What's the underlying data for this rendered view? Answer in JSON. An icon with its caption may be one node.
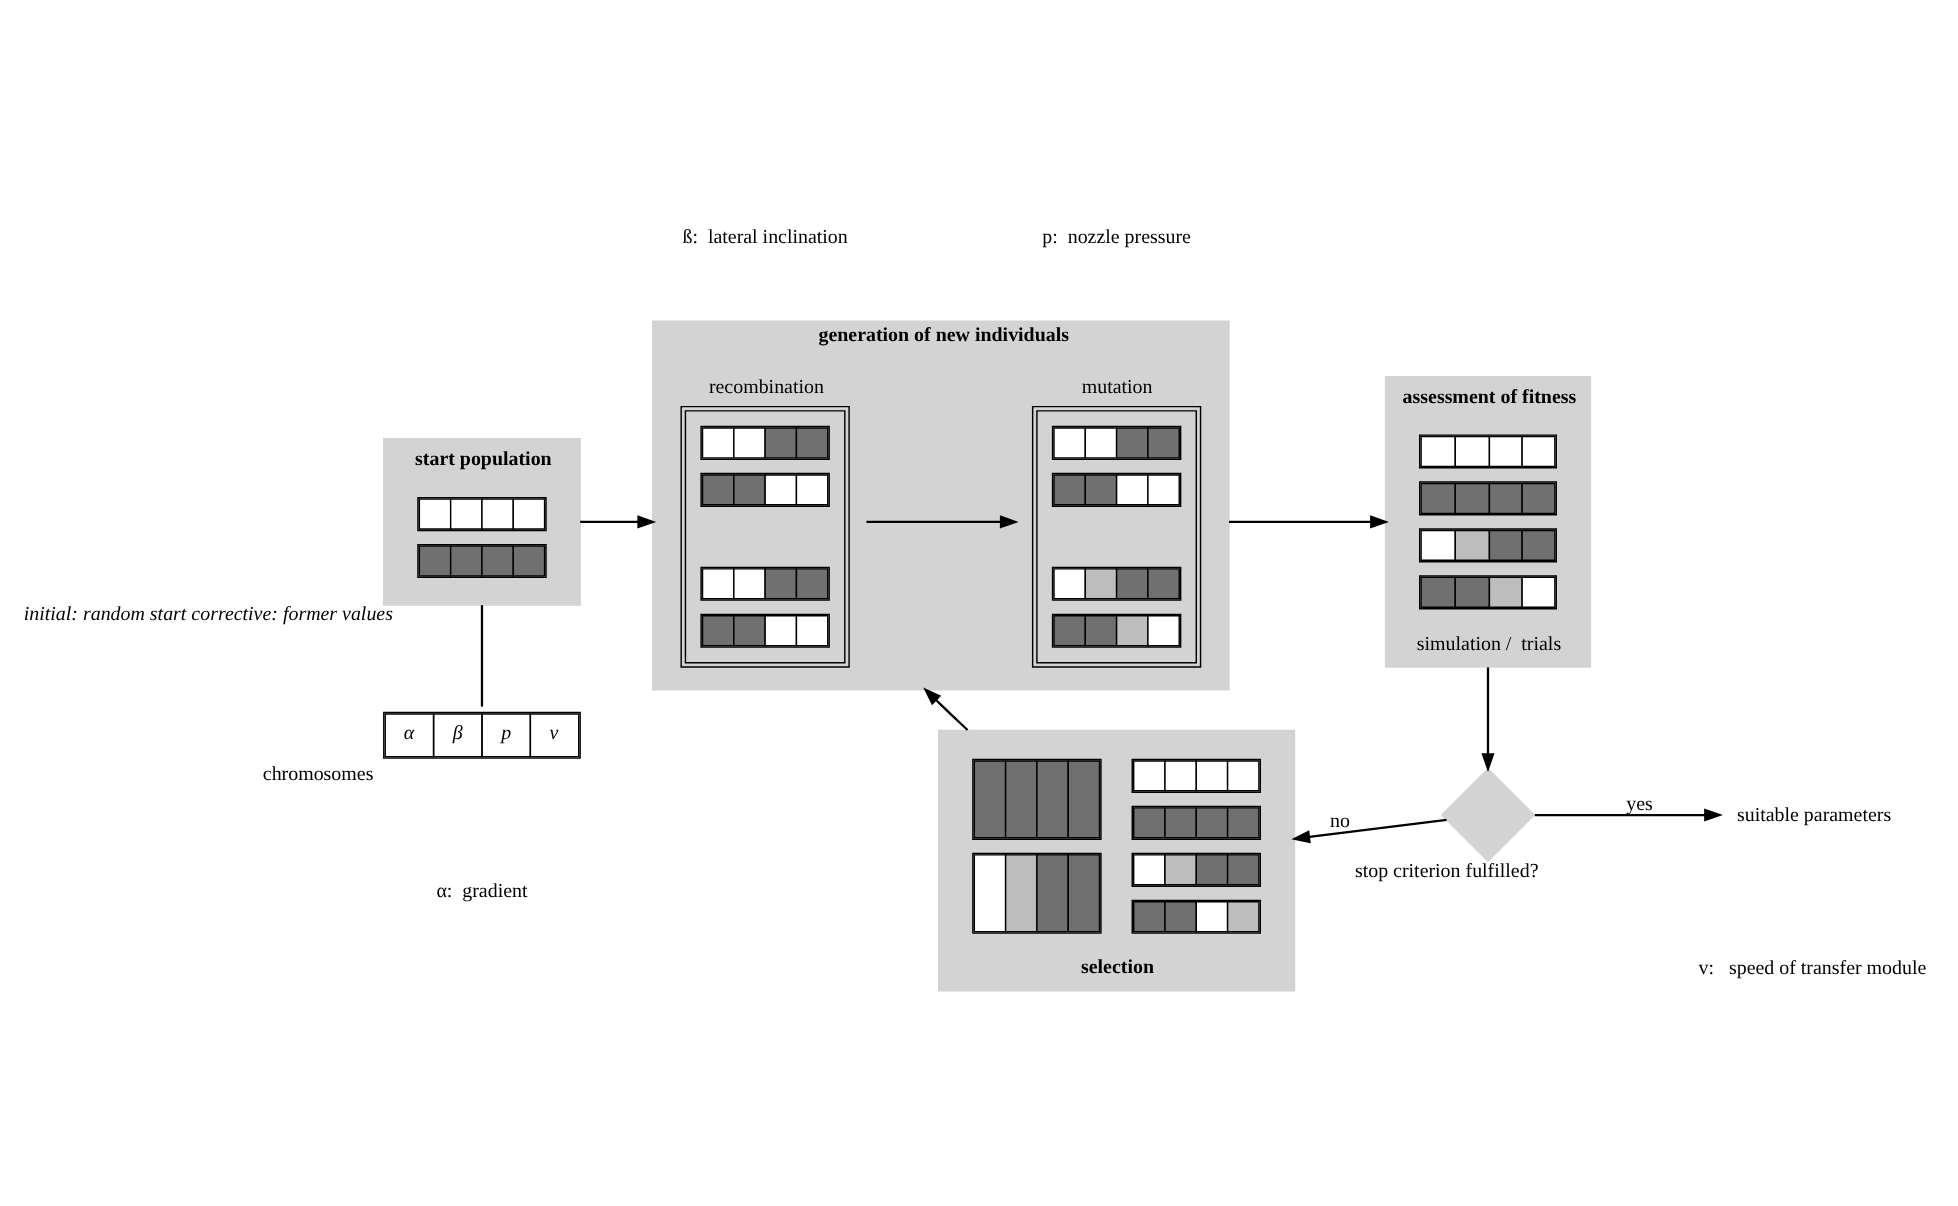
{
  "diagram": {
    "nodes": [
      {
        "text": [
          "start population"
        ],
        "beside": [
          "initial: random start corrective: former values"
        ]
      },
      {
        "text": [
          "α",
          "β",
          "p",
          "ν"
        ],
        "beside": [
          "chromosomes"
        ]
      },
      {
        "text": [
          "generation of new individuals"
        ]
      },
      {
        "text": [
          "recombination"
        ],
        "in": 2
      },
      {
        "text": [
          "mutation"
        ],
        "in": 2
      },
      {
        "text": [
          "assessment of fitness",
          "simulation /  trials"
        ]
      },
      {
        "text": [],
        "shape": "diamond",
        "beside": [
          "stop criterion fulfilled?"
        ]
      },
      {
        "text": [
          "selection"
        ]
      },
      {
        "text": [
          "suitable parameters"
        ]
      }
    ],
    "edges": [
      {
        "from": 0,
        "to": 1,
        "arrow": "none"
      },
      {
        "from": 0,
        "to": 2,
        "arrow": "to"
      },
      {
        "from": 3,
        "to": 4,
        "arrow": "to"
      },
      {
        "from": 2,
        "to": 5,
        "arrow": "to"
      },
      {
        "from": 5,
        "to": 6,
        "arrow": "to"
      },
      {
        "from": 6,
        "to": 7,
        "arrow": "to",
        "label": "no"
      },
      {
        "from": 6,
        "to": 8,
        "arrow": "to",
        "label": "yes"
      },
      {
        "from": 7,
        "to": 2,
        "arrow": "to"
      }
    ],
    "labels": [
      "α:  gradient",
      "ß:  lateral inclination",
      "p:  nozzle pressure",
      "v:   speed of transfer module"
    ]
  }
}
